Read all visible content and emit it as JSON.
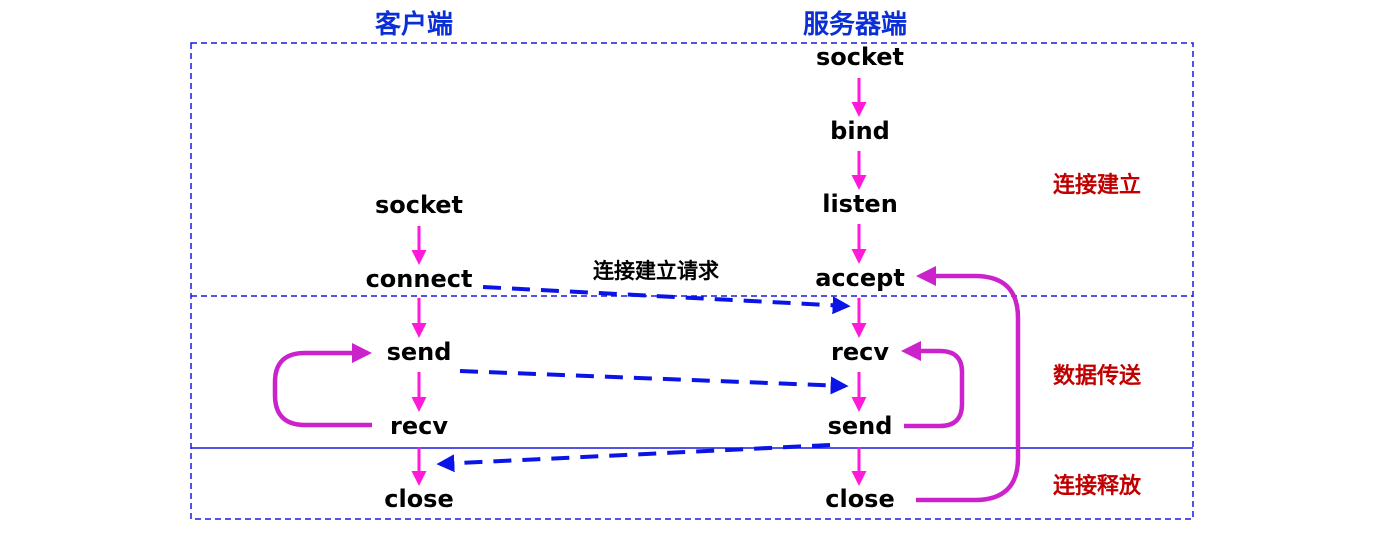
{
  "columns": {
    "client_title": "客户端",
    "server_title": "服务器端"
  },
  "server_steps": [
    "socket",
    "bind",
    "listen",
    "accept",
    "recv",
    "send",
    "close"
  ],
  "client_steps": [
    "socket",
    "connect",
    "send",
    "recv",
    "close"
  ],
  "phases": {
    "connect": "连接建立",
    "transfer": "数据传送",
    "release": "连接释放"
  },
  "messages": {
    "connect_request": "连接建立请求"
  },
  "colors": {
    "title_blue": "#0b2fd6",
    "phase_red": "#c00000",
    "flow_arrow": "#ff1ad9",
    "loop_arrow": "#cc22cc",
    "message_arrow": "#0a14e6",
    "box_border": "#1a1ae0"
  }
}
